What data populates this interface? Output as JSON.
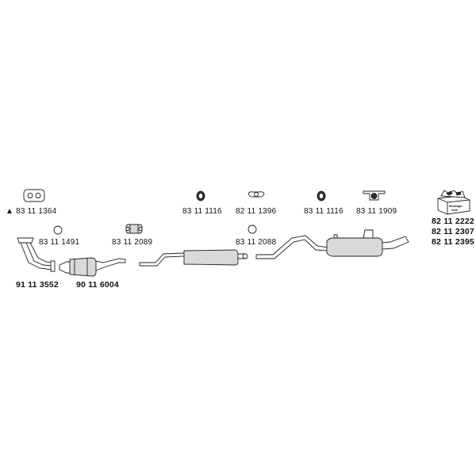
{
  "labels": {
    "gasket_front": "▲ 83 11 1364",
    "front_pipe_ring": "83 11 1491",
    "clamp_1": "83 11 2089",
    "front_pipe": "91 11 3552",
    "catalytic_converter": "90 11 6004",
    "rubber_ring_1": "83 11 1116",
    "flange_gasket": "82 11 1396",
    "rubber_ring_2": "83 11 2088",
    "rubber_ring_3": "83 11 1116",
    "hanger": "83 11 1909",
    "kit_1": "82 11 2222",
    "kit_2": "82 11 2307",
    "kit_3": "82 11 2395"
  },
  "kit_box_text": [
    "Montage-",
    "teile"
  ],
  "colors": {
    "stroke": "#222222",
    "shade": "#d9d9d9",
    "background": "#ffffff"
  }
}
